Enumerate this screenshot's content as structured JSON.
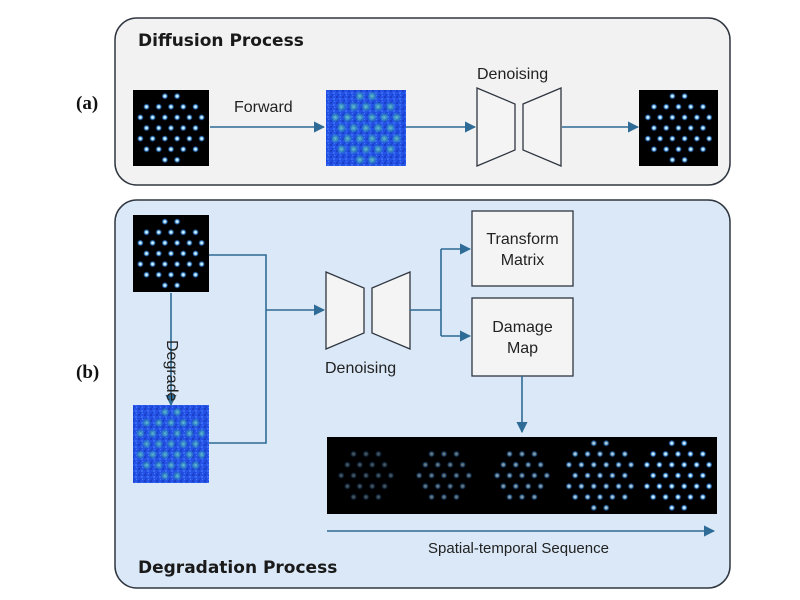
{
  "panel_a": {
    "tag": "(a)",
    "title": "Diffusion Process",
    "forward_label": "Forward",
    "denoising_label": "Denoising"
  },
  "panel_b": {
    "tag": "(b)",
    "title": "Degradation Process",
    "degrade_label": "Degrade",
    "denoising_label": "Denoising",
    "transform_box": [
      "Transform",
      "Matrix"
    ],
    "damage_box": [
      "Damage",
      "Map"
    ],
    "sequence_label": "Spatial-temporal Sequence"
  },
  "colors": {
    "panel_a_fill": "#f2f2f2",
    "panel_b_fill": "#dae8f7",
    "panel_stroke": "#2f3640",
    "arrow": "#2e6b96",
    "crystal_dark": "#000000",
    "crystal_dot": "#8fd3ff",
    "noise_blue": "#1f4fe0"
  }
}
